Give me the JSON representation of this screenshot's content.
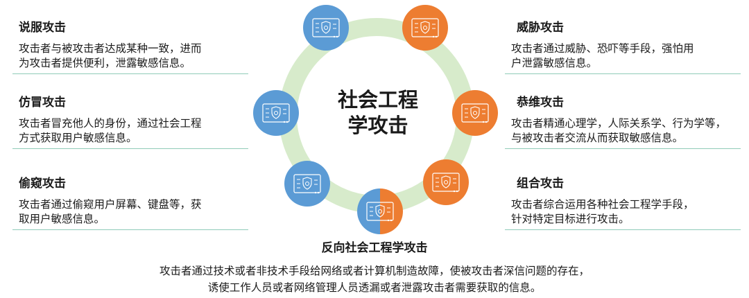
{
  "center_title": [
    "社会工程",
    "学攻击"
  ],
  "colors": {
    "blue": "#5B9BD5",
    "orange": "#ED7D31",
    "ring": "#D7EBCB",
    "rule": "#8FCBB8"
  },
  "left": [
    {
      "title": "说服攻击",
      "lines": [
        "攻击者与被攻击者达成某种一致，进而",
        "为攻击者提供便利，泄露敏感信息。"
      ]
    },
    {
      "title": "仿冒攻击",
      "lines": [
        "攻击者冒充他人的身份，通过社会工程",
        "方式获取用户敏感信息。"
      ]
    },
    {
      "title": "偷窥攻击",
      "lines": [
        "攻击者通过偷窥用户屏幕、键盘等，获",
        "取用户敏感信息。"
      ]
    }
  ],
  "right": [
    {
      "title": "威胁攻击",
      "lines": [
        "攻击者通过威胁、恐吓等手段，强怕用",
        "户泄露敏感信息。"
      ]
    },
    {
      "title": "恭维攻击",
      "lines": [
        "攻击者精通心理学，人际关系学、行为学等，",
        "与被攻击者交流从而获取敏感信息。"
      ]
    },
    {
      "title": "组合攻击",
      "lines": [
        "攻击者综合运用各种社会工程学手段，",
        "针对特定目标进行攻击。"
      ]
    }
  ],
  "bottom": {
    "title": "反向社会工程学攻击",
    "lines": [
      "攻击者通过技术或者非技术手段给网络或者计算机制造故障，使被攻击者深信问题的存在，",
      "诱使工作人员或者网络管理人员透漏或者泄露攻击者需要获取的信息。"
    ]
  },
  "nodes": [
    {
      "icon": "security-panel-icon",
      "color": "blue"
    },
    {
      "icon": "security-panel-icon",
      "color": "orange"
    },
    {
      "icon": "security-panel-icon",
      "color": "blue"
    },
    {
      "icon": "security-panel-icon",
      "color": "orange"
    },
    {
      "icon": "security-panel-icon",
      "color": "blue"
    },
    {
      "icon": "security-panel-icon",
      "color": "orange"
    },
    {
      "icon": "security-panel-icon",
      "color": "split"
    }
  ]
}
